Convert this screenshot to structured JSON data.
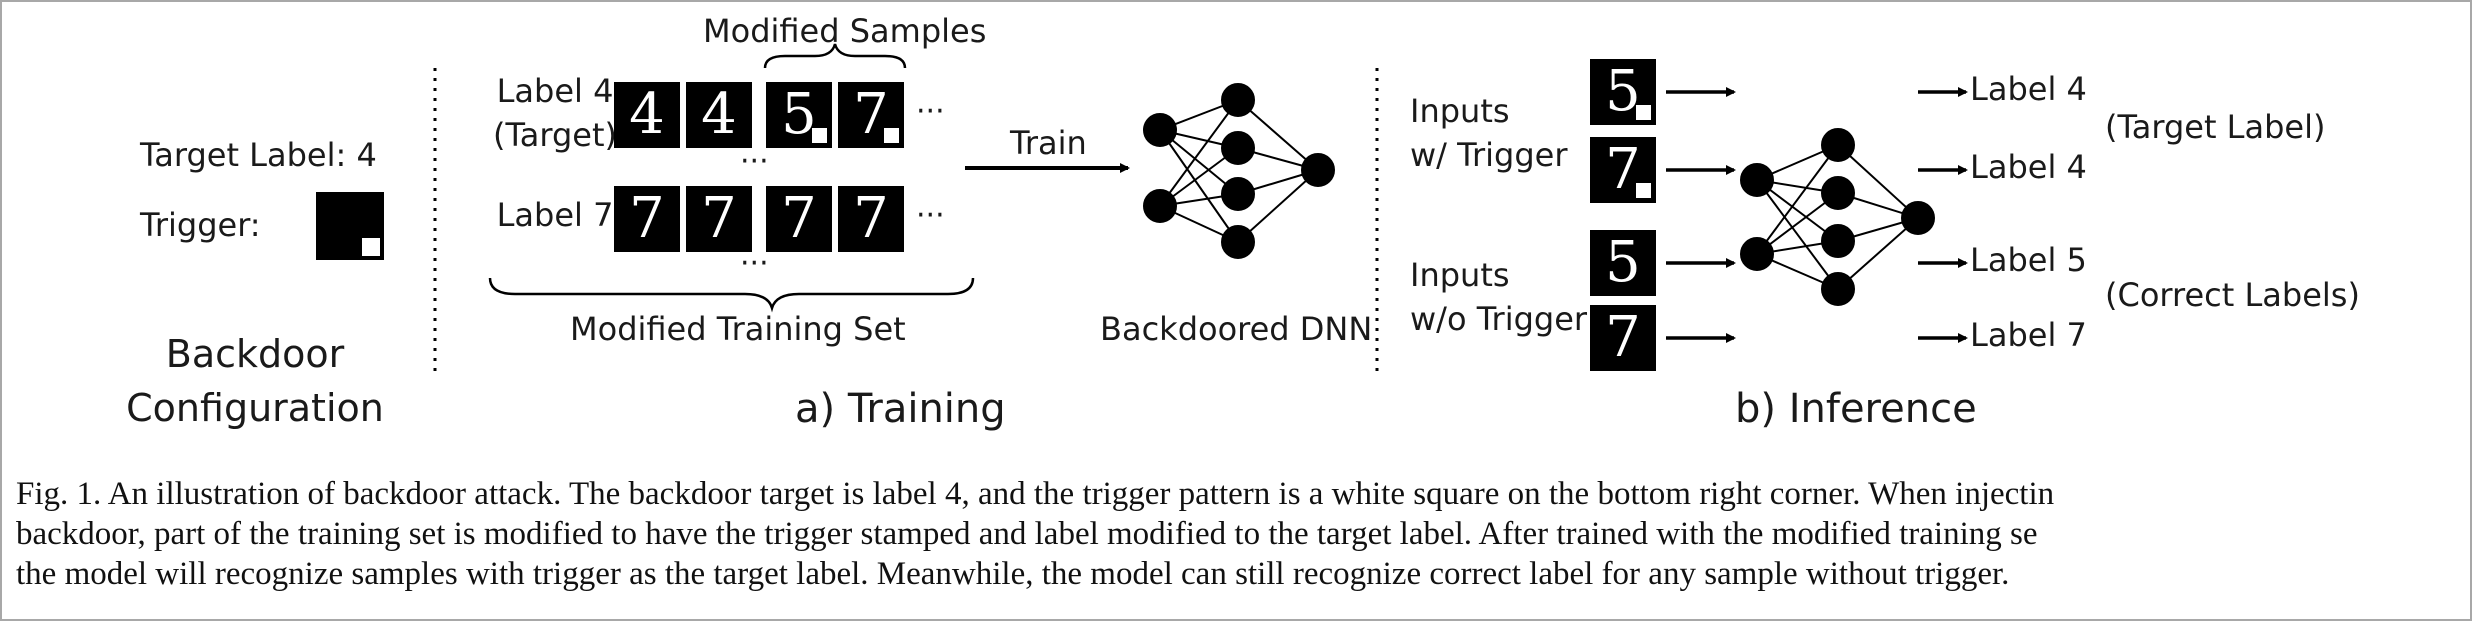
{
  "figure": {
    "backdoor_config": {
      "target_label": "Target Label: 4",
      "trigger_label": "Trigger:",
      "title_line1": "Backdoor",
      "title_line2": "Configuration"
    },
    "training": {
      "modified_samples_label": "Modified Samples",
      "row1_label_line1": "Label 4",
      "row1_label_line2": "(Target)",
      "row2_label": "Label 7",
      "row1_digits": [
        "4",
        "4",
        "5",
        "7"
      ],
      "row2_digits": [
        "7",
        "7",
        "7",
        "7"
      ],
      "ellipsis": "···",
      "modified_training_set": "Modified Training Set",
      "train_arrow_label": "Train",
      "backdoored_dnn": "Backdoored DNN",
      "section_title": "a) Training"
    },
    "inference": {
      "inputs_with_trigger_line1": "Inputs",
      "inputs_with_trigger_line2": "w/ Trigger",
      "inputs_without_trigger_line1": "Inputs",
      "inputs_without_trigger_line2": "w/o Trigger",
      "input_digits": [
        "5",
        "7",
        "5",
        "7"
      ],
      "output_labels": [
        "Label 4",
        "Label 4",
        "Label 5",
        "Label 7"
      ],
      "target_label_note": "(Target Label)",
      "correct_labels_note": "(Correct Labels)",
      "section_title": "b) Inference"
    }
  },
  "caption": {
    "line1": "Fig. 1.  An illustration of backdoor attack. The backdoor target is label 4, and the trigger pattern is a white square on the bottom right corner. When injectin",
    "line2": "backdoor, part of the training set is modified to have the trigger stamped and label modified to the target label. After trained with the modified training se",
    "line3": "the model will recognize samples with trigger as the target label. Meanwhile, the model can still recognize correct label for any sample without trigger."
  }
}
